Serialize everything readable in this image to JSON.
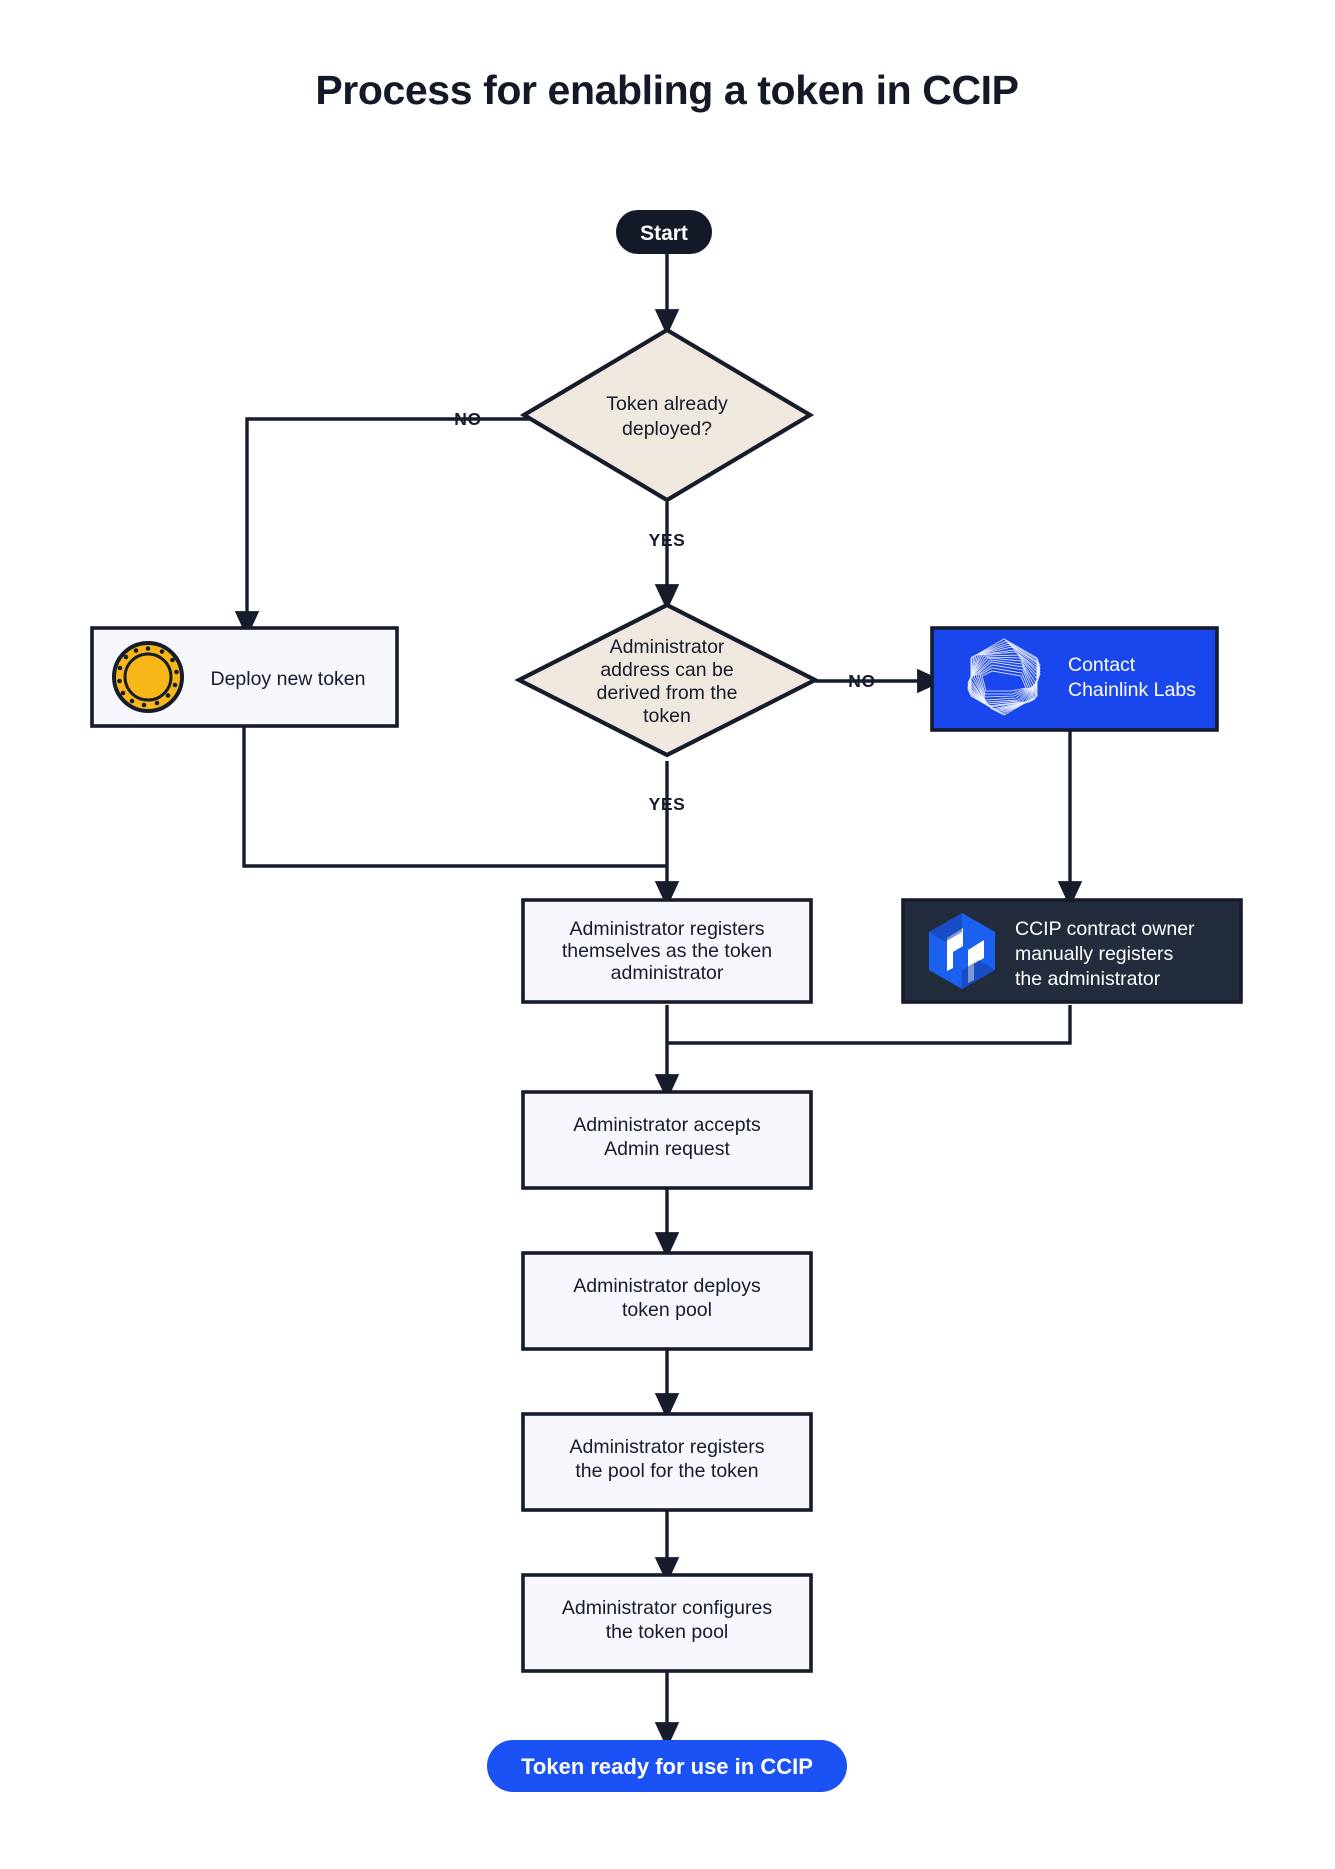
{
  "title": "Process for enabling a token in CCIP",
  "colors": {
    "ink": "#161c2c",
    "decision_fill": "#efe8df",
    "process_fill": "#f6f8fd",
    "brand_blue": "#1a46ee",
    "cta_blue": "#1a52f5",
    "dark_navy": "#141927",
    "card_navy": "#232c3d",
    "coin_gold": "#f7b718",
    "white": "#ffffff"
  },
  "nodes": {
    "start": {
      "label": "Start",
      "type": "terminal"
    },
    "decision_deployed": {
      "label": "Token already deployed?",
      "line1": "Token already",
      "line2": "deployed?",
      "type": "decision"
    },
    "deploy_new_token": {
      "label": "Deploy new token",
      "type": "process",
      "icon": "coin-icon"
    },
    "decision_admin_derived": {
      "label": "Administrator address can be derived from the token",
      "line1": "Administrator",
      "line2": "address can be",
      "line3": "derived from the",
      "line4": "token",
      "type": "decision"
    },
    "contact_chainlink": {
      "label": "Contact Chainlink Labs",
      "line1": "Contact",
      "line2": "Chainlink Labs",
      "type": "process-brand",
      "icon": "chainlink-logo-icon"
    },
    "admin_registers_self": {
      "label": "Administrator registers themselves as the token administrator",
      "line1": "Administrator registers",
      "line2": "themselves as the token",
      "line3": "administrator",
      "type": "process"
    },
    "ccip_owner_registers": {
      "label": "CCIP contract owner manually registers the administrator",
      "line1": "CCIP contract owner",
      "line2": "manually registers",
      "line3": "the administrator",
      "type": "process-dark",
      "icon": "ccip-hex-icon"
    },
    "admin_accepts": {
      "label": "Administrator accepts Admin request",
      "line1": "Administrator accepts",
      "line2": "Admin request",
      "type": "process"
    },
    "admin_deploys_pool": {
      "label": "Administrator deploys token pool",
      "line1": "Administrator deploys",
      "line2": "token pool",
      "type": "process"
    },
    "admin_registers_pool": {
      "label": "Administrator registers the pool for the token",
      "line1": "Administrator registers",
      "line2": "the pool for the token",
      "type": "process"
    },
    "admin_configures_pool": {
      "label": "Administrator configures the token pool",
      "line1": "Administrator configures",
      "line2": "the token pool",
      "type": "process"
    },
    "end": {
      "label": "Token ready for use in CCIP",
      "type": "terminal"
    }
  },
  "edge_labels": {
    "deployed_no": "NO",
    "deployed_yes": "YES",
    "admin_no": "NO",
    "admin_yes": "YES"
  }
}
